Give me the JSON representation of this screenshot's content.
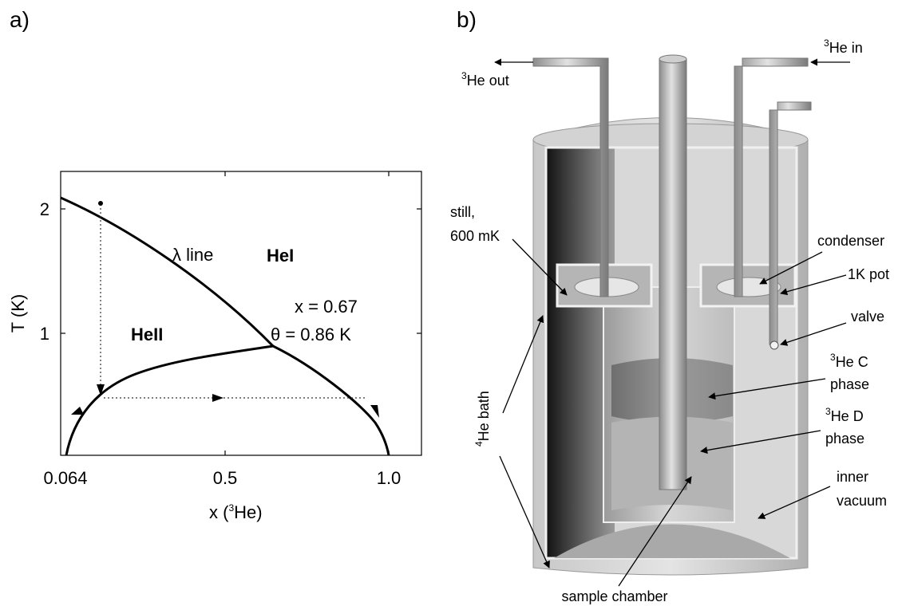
{
  "panel_a": {
    "label": "a)",
    "y_axis_label": "T (K)",
    "x_axis_label_pre": "x (",
    "x_axis_label_sup": "3",
    "x_axis_label_post": "He)",
    "y_ticks": [
      "2",
      "1"
    ],
    "x_ticks": [
      "0.064",
      "0.5",
      "1.0"
    ],
    "lambda_label": "λ line",
    "phase_1": "HeI",
    "phase_2": "HeII",
    "point_x": "x = 0.67",
    "point_theta": "θ = 0.86 K"
  },
  "panel_b": {
    "label": "b)",
    "he3_out_sup": "3",
    "he3_out": "He out",
    "he3_in_sup": "3",
    "he3_in": "He in",
    "still_1": "still,",
    "still_2": "600 mK",
    "condenser": "condenser",
    "pot": "1K pot",
    "valve": "valve",
    "c_sup": "3",
    "c_1": "He C",
    "c_2": "phase",
    "d_sup": "3",
    "d_1": "He D",
    "d_2": "phase",
    "bath_sup": "4",
    "bath": "He bath",
    "inner_1": "inner",
    "inner_2": "vacuum",
    "sample": "sample chamber"
  }
}
